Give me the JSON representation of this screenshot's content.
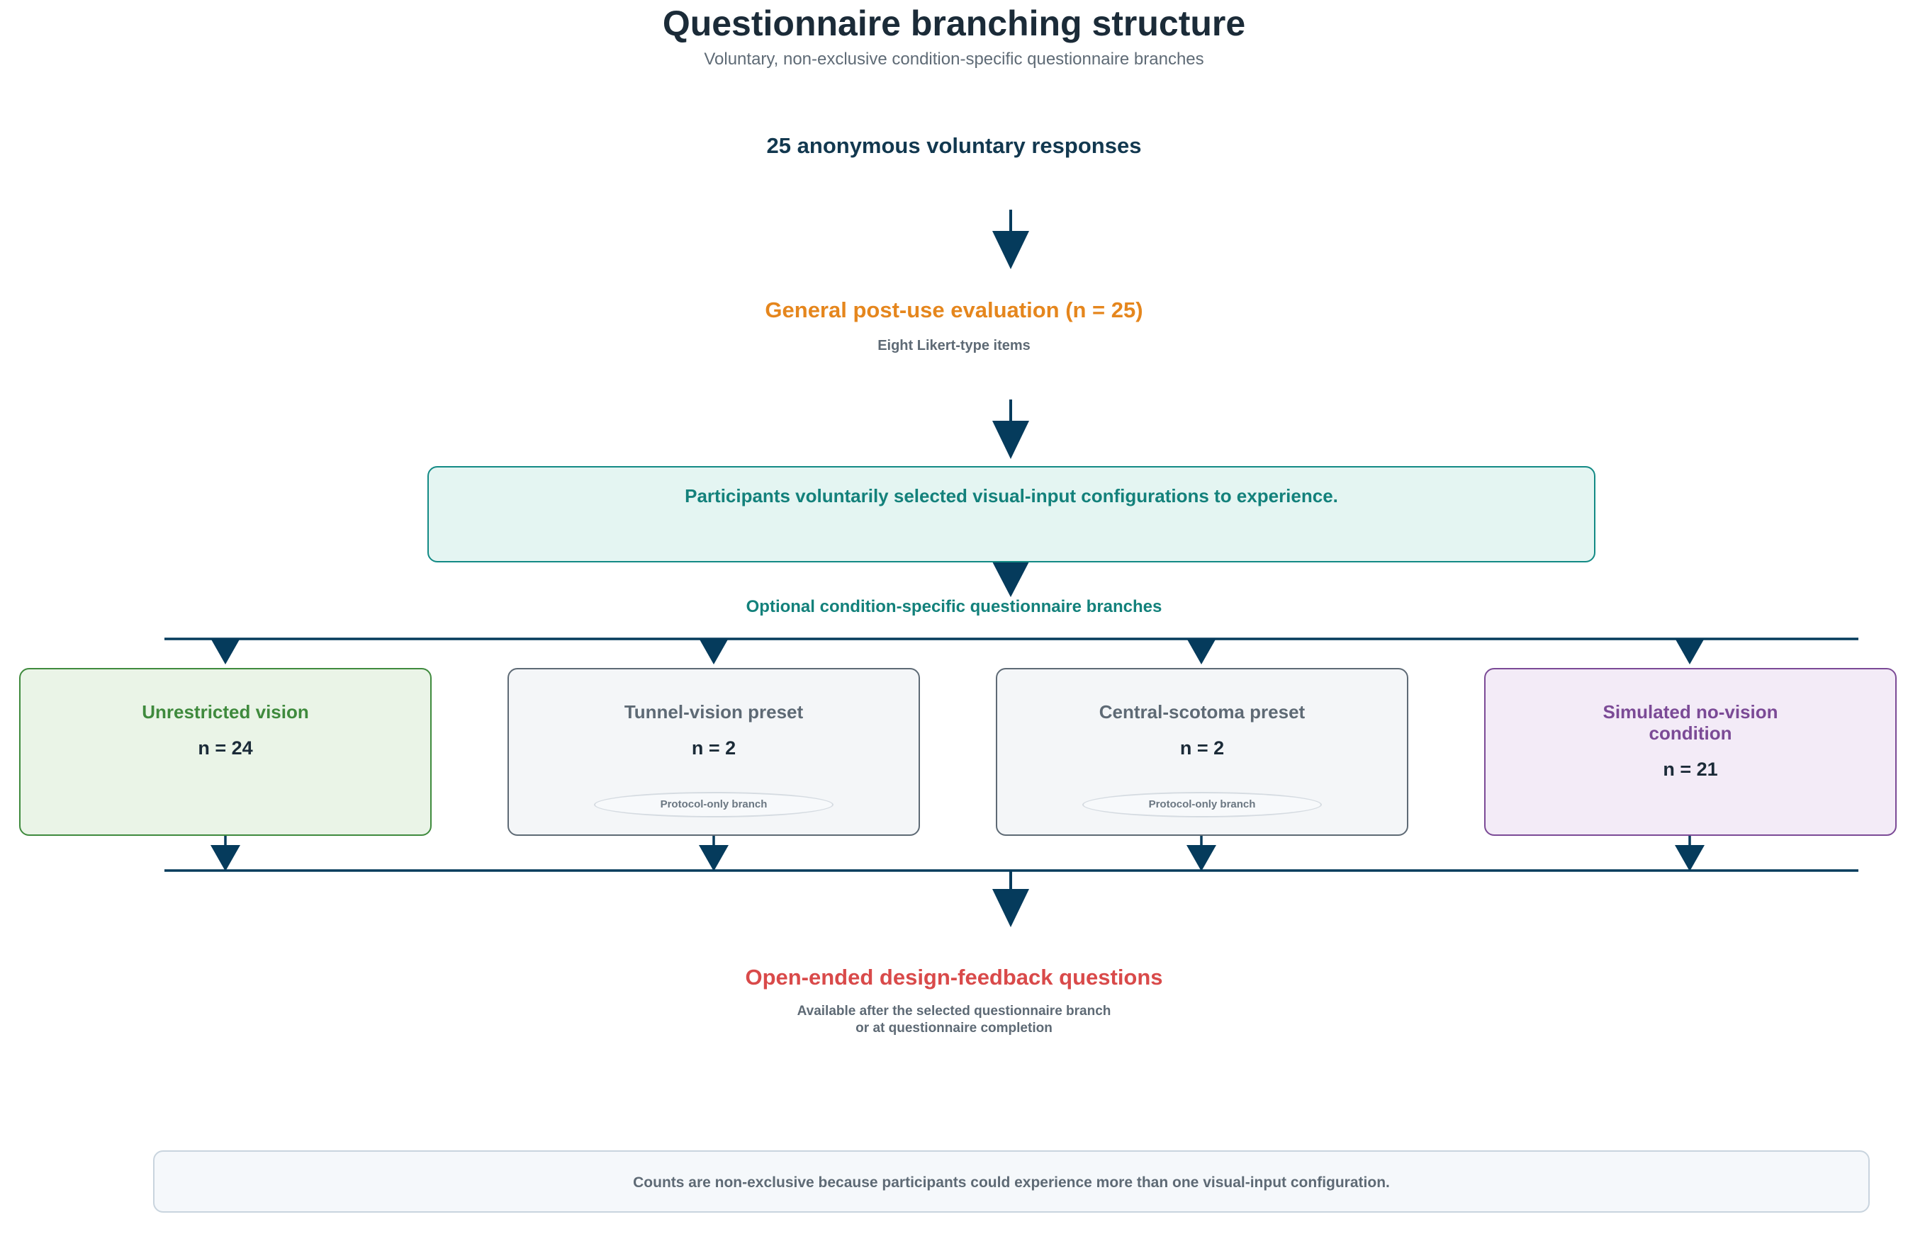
{
  "header": {
    "title": "Questionnaire branching structure",
    "subtitle": "Voluntary, non-exclusive condition-specific questionnaire branches"
  },
  "flow": {
    "responses": "25 anonymous voluntary responses",
    "general_title": "General post-use evaluation (n = 25)",
    "general_sub": "Eight Likert-type items",
    "selection_text": "Participants voluntarily selected visual-input configurations to experience.",
    "branches_label": "Optional condition-specific questionnaire branches"
  },
  "branches": [
    {
      "title": "Unrestricted vision",
      "n": "n = 24",
      "badge": ""
    },
    {
      "title": "Tunnel-vision preset",
      "n": "n = 2",
      "badge": "Protocol-only branch"
    },
    {
      "title": "Central-scotoma preset",
      "n": "n = 2",
      "badge": "Protocol-only branch"
    },
    {
      "title": "Simulated no-vision\ncondition",
      "n": "n = 21",
      "badge": ""
    }
  ],
  "feedback": {
    "title": "Open-ended design-feedback questions",
    "line1": "Available after the selected questionnaire branch",
    "line2": "or at questionnaire completion"
  },
  "footnote": "Counts are non-exclusive because participants could experience more than one visual-input configuration.",
  "colors": {
    "arrow": "#053b5c",
    "teal": "#138a85",
    "orange": "#e5861d",
    "green": "#3f8a3d",
    "gray": "#5e6a75",
    "purple": "#7b4a96",
    "red": "#d94a4a"
  }
}
